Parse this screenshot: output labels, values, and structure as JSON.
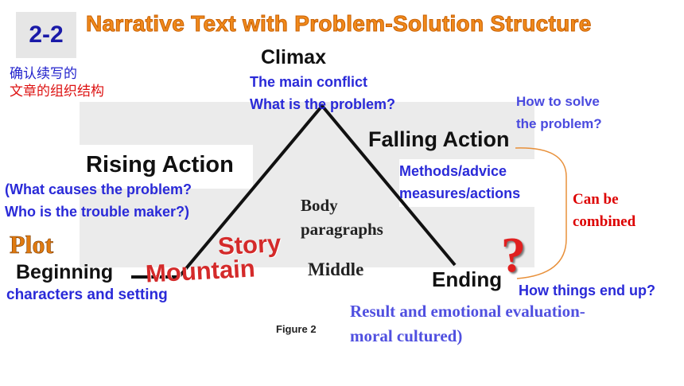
{
  "header": {
    "badge": "2-2",
    "title": "Narrative  Text with Problem-Solution Structure",
    "note_line1": "确认续写的",
    "note_line2": "文章的组织结构"
  },
  "diagram": {
    "climax": "Climax",
    "climax_desc_1": "The main conflict",
    "climax_desc_2": "What is the problem?",
    "solve_q_1": "How to solve",
    "solve_q_2": "the problem?",
    "falling_action": "Falling Action",
    "rising_action": "Rising Action",
    "falling_desc_1": "Methods/advice",
    "falling_desc_2": "measures/actions",
    "rising_desc_1": "(What causes the problem?",
    "rising_desc_2": "Who is the trouble maker?)",
    "combined_1": "Can be",
    "combined_2": "combined",
    "body_1": "Body",
    "body_2": "paragraphs",
    "plot": "Plot",
    "story": "Story",
    "mountain": "Mountain",
    "middle": "Middle",
    "beginning": "Beginning",
    "ending": "Ending",
    "question_mark": "?",
    "beginning_desc": "characters and setting",
    "ending_q": "How things end up?",
    "result_1": "Result and  emotional evaluation-",
    "result_2": "moral cultured)",
    "caption": "Figure 2"
  },
  "colors": {
    "title": "#f08a1c",
    "blue_text": "#2a2ad8",
    "red_text": "#dd0000",
    "brace": "#e8903a",
    "mountain_line": "#111111"
  }
}
